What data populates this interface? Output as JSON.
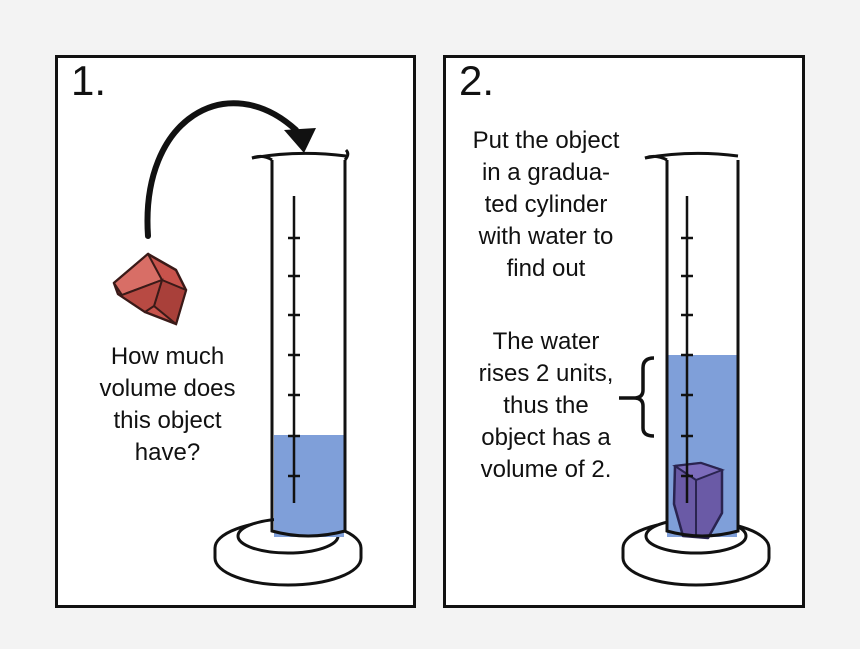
{
  "panels": [
    {
      "number": "1.",
      "caption_lines": [
        "How much",
        "volume does",
        "this object",
        "have?"
      ]
    },
    {
      "number": "2.",
      "caption_top_lines": [
        "Put the object",
        "in a gradua-",
        "ted cylinder",
        "with water to",
        "find out"
      ],
      "caption_bottom_lines": [
        "The water",
        "rises 2 units,",
        "thus the",
        "object has a",
        "volume of 2."
      ]
    }
  ],
  "colors": {
    "water": "#7f9fd9",
    "object": "#c8534c",
    "object_submerged": "#6a5aa6",
    "ink": "#111111"
  },
  "icons": [
    "curved-arrow-icon",
    "cube-object-icon",
    "graduated-cylinder-icon",
    "brace-icon"
  ]
}
